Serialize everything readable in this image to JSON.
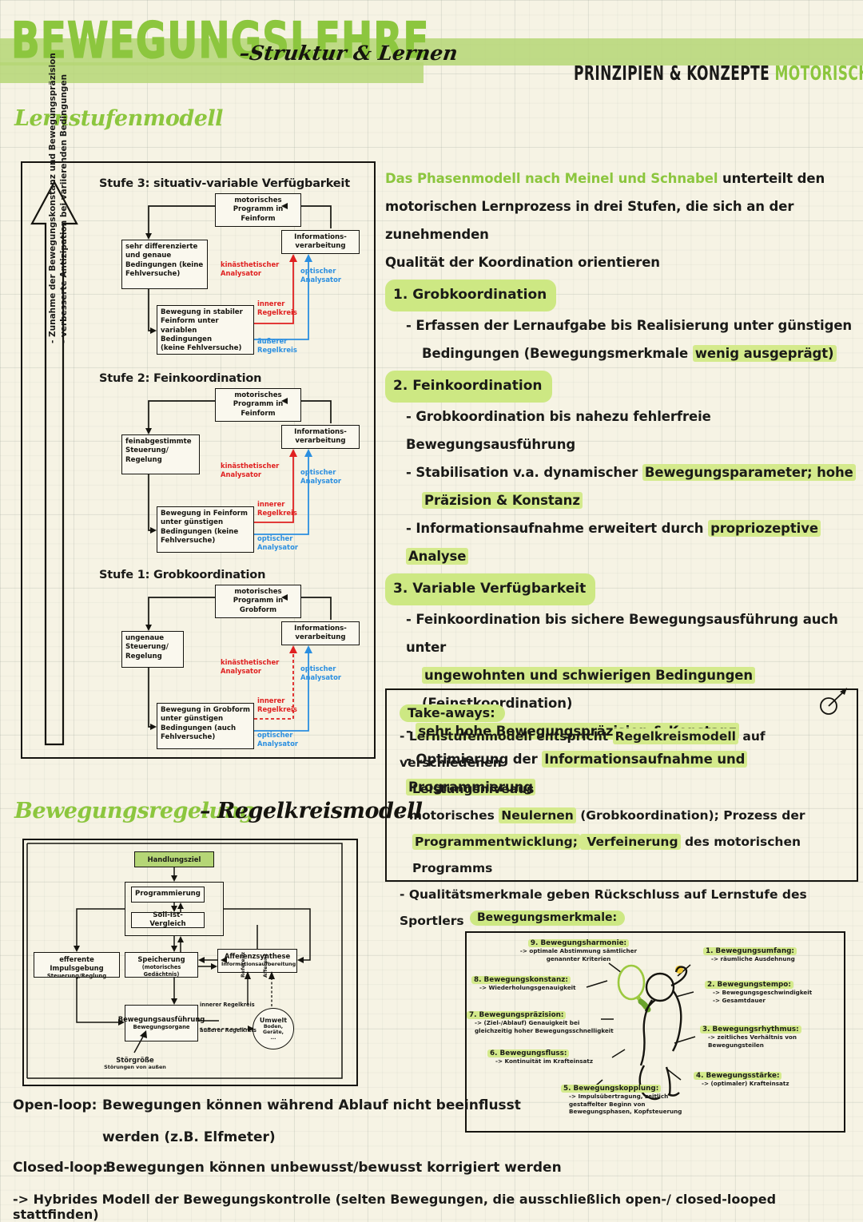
{
  "header": {
    "title_main": "BEWEGUNGSLEHRE",
    "title_sub": "–Struktur & Lernen",
    "right_black": "PRINZIPIEN & KONZEPTE ",
    "right_green": "MOTORISCHEN LERNENS:"
  },
  "sections": {
    "lernstufenmodell": "Lernstufenmodell",
    "bewegungsregelung": "Bewegungsregelung",
    "regelkreismodell": "– Regelkreismodell",
    "bewegungsmerkmale": "Bewegungsmerkmale:"
  },
  "axis_label": {
    "line1": "- Zunahme der Bewegungskonstanz und Bewegungspräzision",
    "line2": "- verbesserte Antizipation bei variierenden Bedingungen"
  },
  "stufen": [
    {
      "title": "Stufe 3: situativ-variable Verfügbarkeit",
      "program": "motorisches\nProgramm in\nFeinform",
      "control": "sehr differenzierte\nund genaue\nBedingungen (keine\nFehlversuche)",
      "execution": "Bewegung in stabiler\nFeinform unter\nvariablen Bedingungen\n(keine Fehlversuche)",
      "info": "Informations-\nverarbeitung",
      "red_analysator": "kinästhetischer\nAnalysator",
      "blue_analysator": "optischer\nAnalysator",
      "red_loop": "innerer\nRegelkreis",
      "blue_loop": "äußerer\nRegelkreis",
      "red_dashed": false
    },
    {
      "title": "Stufe 2: Feinkoordination",
      "program": "motorisches\nProgramm in\nFeinform",
      "control": "feinabgestimmte\nSteuerung/\nRegelung",
      "execution": "Bewegung in Feinform\nunter günstigen\nBedingungen (keine\nFehlversuche)",
      "info": "Informations-\nverarbeitung",
      "red_analysator": "kinästhetischer\nAnalysator",
      "blue_analysator": "optischer\nAnalysator",
      "red_loop": "innerer\nRegelkreis",
      "blue_loop": "optischer\nAnalysator",
      "red_dashed": false
    },
    {
      "title": "Stufe 1: Grobkoordination",
      "program": "motorisches\nProgramm in\nGrobform",
      "control": "ungenaue\nSteuerung/\nRegelung",
      "execution": "Bewegung in Grobform\nunter günstigen\nBedingungen (auch\nFehlversuche)",
      "info": "Informations-\nverarbeitung",
      "red_analysator": "kinästhetischer\nAnalysator",
      "blue_analysator": "optischer\nAnalysator",
      "red_loop": "innerer\nRegelkreis",
      "blue_loop": "optischer\nAnalysator",
      "red_dashed": true
    }
  ],
  "phasenmodell": {
    "intro_green": "Das Phasenmodell nach Meinel und Schnabel",
    "intro_rest": " unterteilt den",
    "intro_line2": "motorischen Lernprozess in drei Stufen, die sich an der zunehmenden",
    "intro_line3": "Qualität der Koordination orientieren",
    "items": [
      {
        "heading": "1. Grobkoordination",
        "lines": [
          {
            "pre": "- Erfassen der Lernaufgabe bis Realisierung unter günstigen",
            "hl": "",
            "post": "",
            "indent": 1
          },
          {
            "pre": "Bedingungen (Bewegungsmerkmale ",
            "hl": "wenig ausgeprägt)",
            "post": "",
            "indent": 2
          }
        ]
      },
      {
        "heading": "2. Feinkoordination",
        "lines": [
          {
            "pre": "- Grobkoordination bis nahezu fehlerfreie Bewegungsausführung",
            "hl": "",
            "post": "",
            "indent": 1
          },
          {
            "pre": "- Stabilisation v.a. dynamischer ",
            "hl": "Bewegungsparameter; hohe",
            "post": "",
            "indent": 1
          },
          {
            "pre": "",
            "hl": "Präzision & Konstanz",
            "post": "",
            "indent": 2
          },
          {
            "pre": "- Informationsaufnahme erweitert durch ",
            "hl": "propriozeptive Analyse",
            "post": "",
            "indent": 1
          }
        ]
      },
      {
        "heading": "3. Variable Verfügbarkeit",
        "lines": [
          {
            "pre": "- Feinkoordination bis sichere Bewegungsausführung auch unter",
            "hl": "",
            "post": "",
            "indent": 1
          },
          {
            "pre": "",
            "hl": "ungewohnten und schwierigen Bedingungen",
            "post": " (Feinstkoordination)",
            "indent": 2
          },
          {
            "pre": "- ",
            "hl": "sehr hohe Bewegungspräzision & Konstanz",
            "post": "",
            "indent": 1
          },
          {
            "pre": "- Optimierung der ",
            "hl": "Informationsaufnahme und Programmierung",
            "post": "",
            "indent": 1
          }
        ]
      }
    ]
  },
  "takeaways": {
    "heading": "Take-aways:",
    "lines": [
      {
        "pre": "- Lernstufenmodell entspricht ",
        "hl": "Regelkreismodell",
        "post": " auf verschiedenen",
        "indent": 0
      },
      {
        "pre": "Leistungsniveaus",
        "hl": "",
        "post": "",
        "indent": 1
      },
      {
        "pre": "- motorisches ",
        "hl": "Neulernen",
        "post": " (Grobkoordination); Prozess der",
        "indent": 0
      },
      {
        "pre": "",
        "hl": "Programmentwicklung;",
        "post": "",
        "hl2": " Verfeinerung",
        "post2": " des motorischen Programms",
        "indent": 1
      },
      {
        "pre": "- Qualitätsmerkmale geben Rückschluss auf Lernstufe des Sportlers",
        "hl": "",
        "post": "",
        "indent": 0
      }
    ]
  },
  "regelkreis": {
    "handlungsziel": "Handlungsziel",
    "programmierung": "Programmierung",
    "soll_ist": "Soll-Ist-Vergleich",
    "efferente": {
      "main": "efferente Impulsgebung",
      "sub": "Steuerung/Reglung"
    },
    "speicherung": {
      "main": "Speicherung",
      "sub": "(motorisches Gedächtnis)"
    },
    "afferenzsynthese": {
      "main": "Afferenzsynthese",
      "sub": "Informationsaufbereitung"
    },
    "bewegungsausfuehrung": {
      "main": "Bewegungsausführung",
      "sub": "Bewegungsorgane"
    },
    "umwelt": {
      "main": "Umwelt",
      "sub": "Boden,\nGeräte,\n..."
    },
    "stoergroesse": {
      "main": "Störgröße",
      "sub": "Störungen von außen"
    },
    "innerer": "innerer Regelkreis",
    "aeusserer": "äußerer Regelkreis",
    "referenz": "Referenz",
    "afferenz": "Afferenz"
  },
  "bewegungsmerkmale": [
    {
      "n": "9. Bewegungsharmonie:",
      "sub": "-> optimale Abstimmung sämtlicher\n   genannter Kriterien"
    },
    {
      "n": "8. Bewegungskonstanz:",
      "sub": "-> Wiederholungsgenauigkeit"
    },
    {
      "n": "7. Bewegungspräzision:",
      "sub": "-> (Ziel-/Ablauf) Genauigkeit bei\n gleichzeitig hoher Bewegungsschnelligkeit"
    },
    {
      "n": "6. Bewegungsfluss:",
      "sub": "-> Kontinuität im Krafteinsatz"
    },
    {
      "n": "5. Bewegungskopplung:",
      "sub": "-> Impulsübertragung, zeitlich\n gestaffelter Beginn von\n Bewegungsphasen, Kopfsteuerung"
    },
    {
      "n": "1. Bewegungsumfang:",
      "sub": "-> räumliche Ausdehnung"
    },
    {
      "n": "2. Bewegungstempo:",
      "sub": "-> Bewegungsgeschwindigkeit\n-> Gesamtdauer"
    },
    {
      "n": "3. Bewegungsrhythmus:",
      "sub": "-> zeitliches Verhältnis von\n   Bewegungsteilen"
    },
    {
      "n": "4. Bewegungsstärke:",
      "sub": "-> (optimaler) Krafteinsatz"
    }
  ],
  "loops": {
    "open_label": "Open-loop:",
    "open_text1": "Bewegungen können während Ablauf nicht beeinflusst",
    "open_text2": "werden (z.B. Elfmeter)",
    "closed_label": "Closed-loop:",
    "closed_text": "Bewegungen können unbewusst/bewusst korrigiert werden",
    "hybrid": "-> Hybrides Modell der Bewegungskontrolle (selten Bewegungen, die ausschließlich open-/ closed-looped stattfinden)"
  },
  "colors": {
    "green": "#8cc63e",
    "highlight": "#d4ea8c",
    "red": "#e02020",
    "blue": "#2b8fe0",
    "paper": "#f6f3e4",
    "ink": "#15140f"
  }
}
